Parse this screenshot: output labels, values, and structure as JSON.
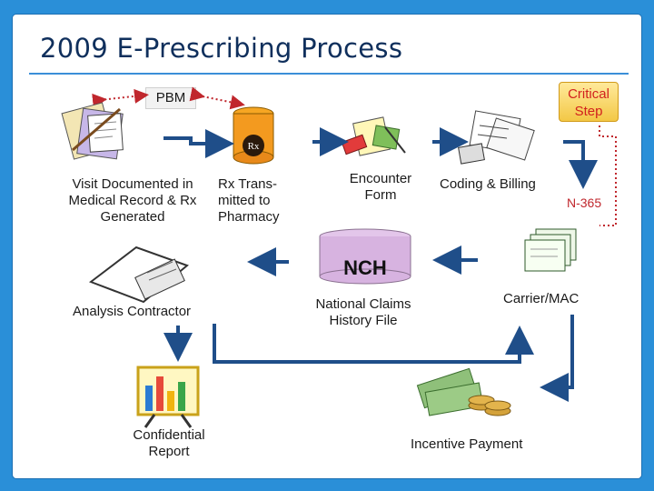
{
  "title": "2009 E-Prescribing Process",
  "pbm_label": "PBM",
  "critical_step": {
    "line1": "Critical",
    "line2": "Step"
  },
  "nodes": {
    "visit": {
      "line1": "Visit Documented in",
      "line2": "Medical Record & Rx",
      "line3": "Generated"
    },
    "rx_transmit": {
      "line1": "Rx Trans-",
      "line2": "mitted to",
      "line3": "Pharmacy"
    },
    "encounter": {
      "line1": "Encounter",
      "line2": "Form"
    },
    "coding": {
      "line1": "Coding & Billing"
    },
    "n365": "N-365",
    "nch": "NCH",
    "nch_caption": {
      "line1": "National Claims",
      "line2": "History File"
    },
    "carrier": "Carrier/MAC",
    "analysis": "Analysis Contractor",
    "report": {
      "line1": "Confidential",
      "line2": "Report"
    },
    "incentive": "Incentive Payment"
  },
  "colors": {
    "accent": "#2a8fd8",
    "arrow": "#1f4e89",
    "dotted": "#c0272d",
    "critical_text": "#d2211e"
  }
}
